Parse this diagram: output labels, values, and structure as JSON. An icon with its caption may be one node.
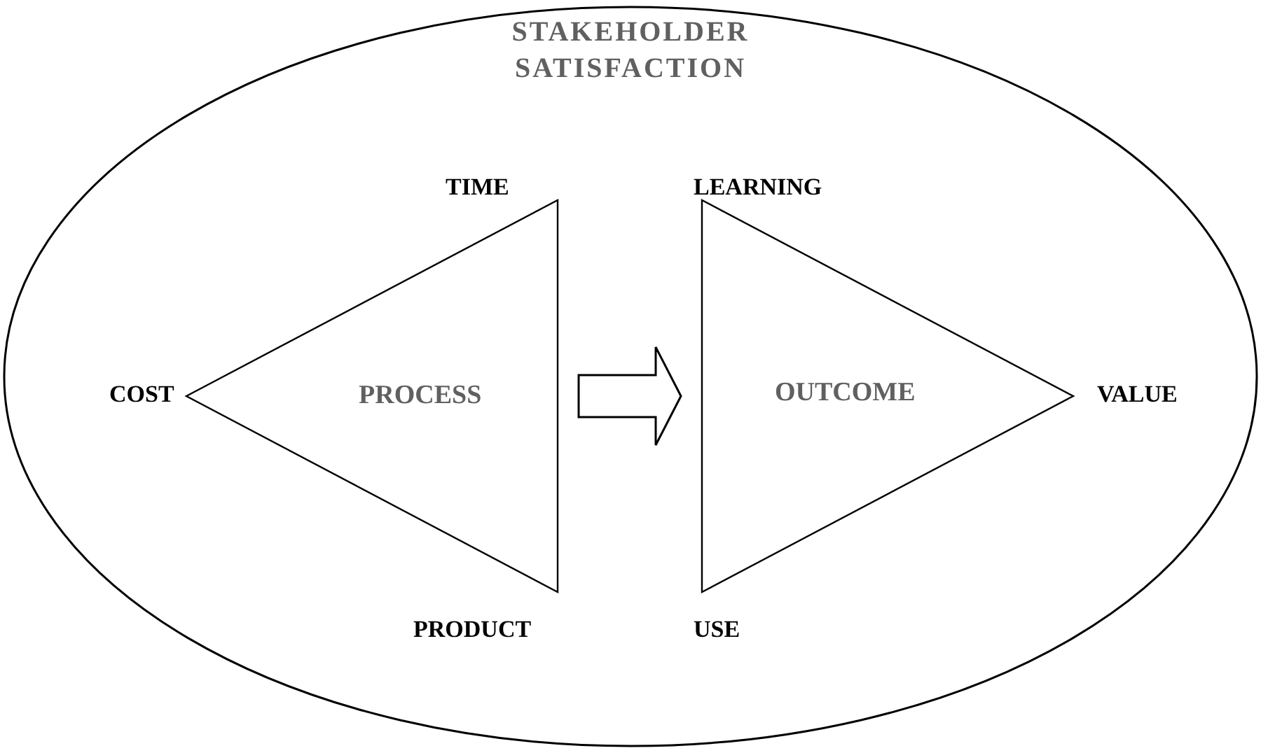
{
  "diagram": {
    "nodes": [
      {
        "text": [
          "STAKEHOLDER SATISFACTION"
        ]
      },
      {
        "text": [
          "PROCESS"
        ],
        "in": 0,
        "beside": [
          "TIME",
          "COST",
          "PRODUCT"
        ]
      },
      {
        "text": [
          "OUTCOME"
        ],
        "in": 0,
        "beside": [
          "LEARNING",
          "VALUE",
          "USE"
        ]
      }
    ],
    "edges": [
      {
        "from": 1,
        "to": 2,
        "arrow": "to"
      }
    ]
  }
}
